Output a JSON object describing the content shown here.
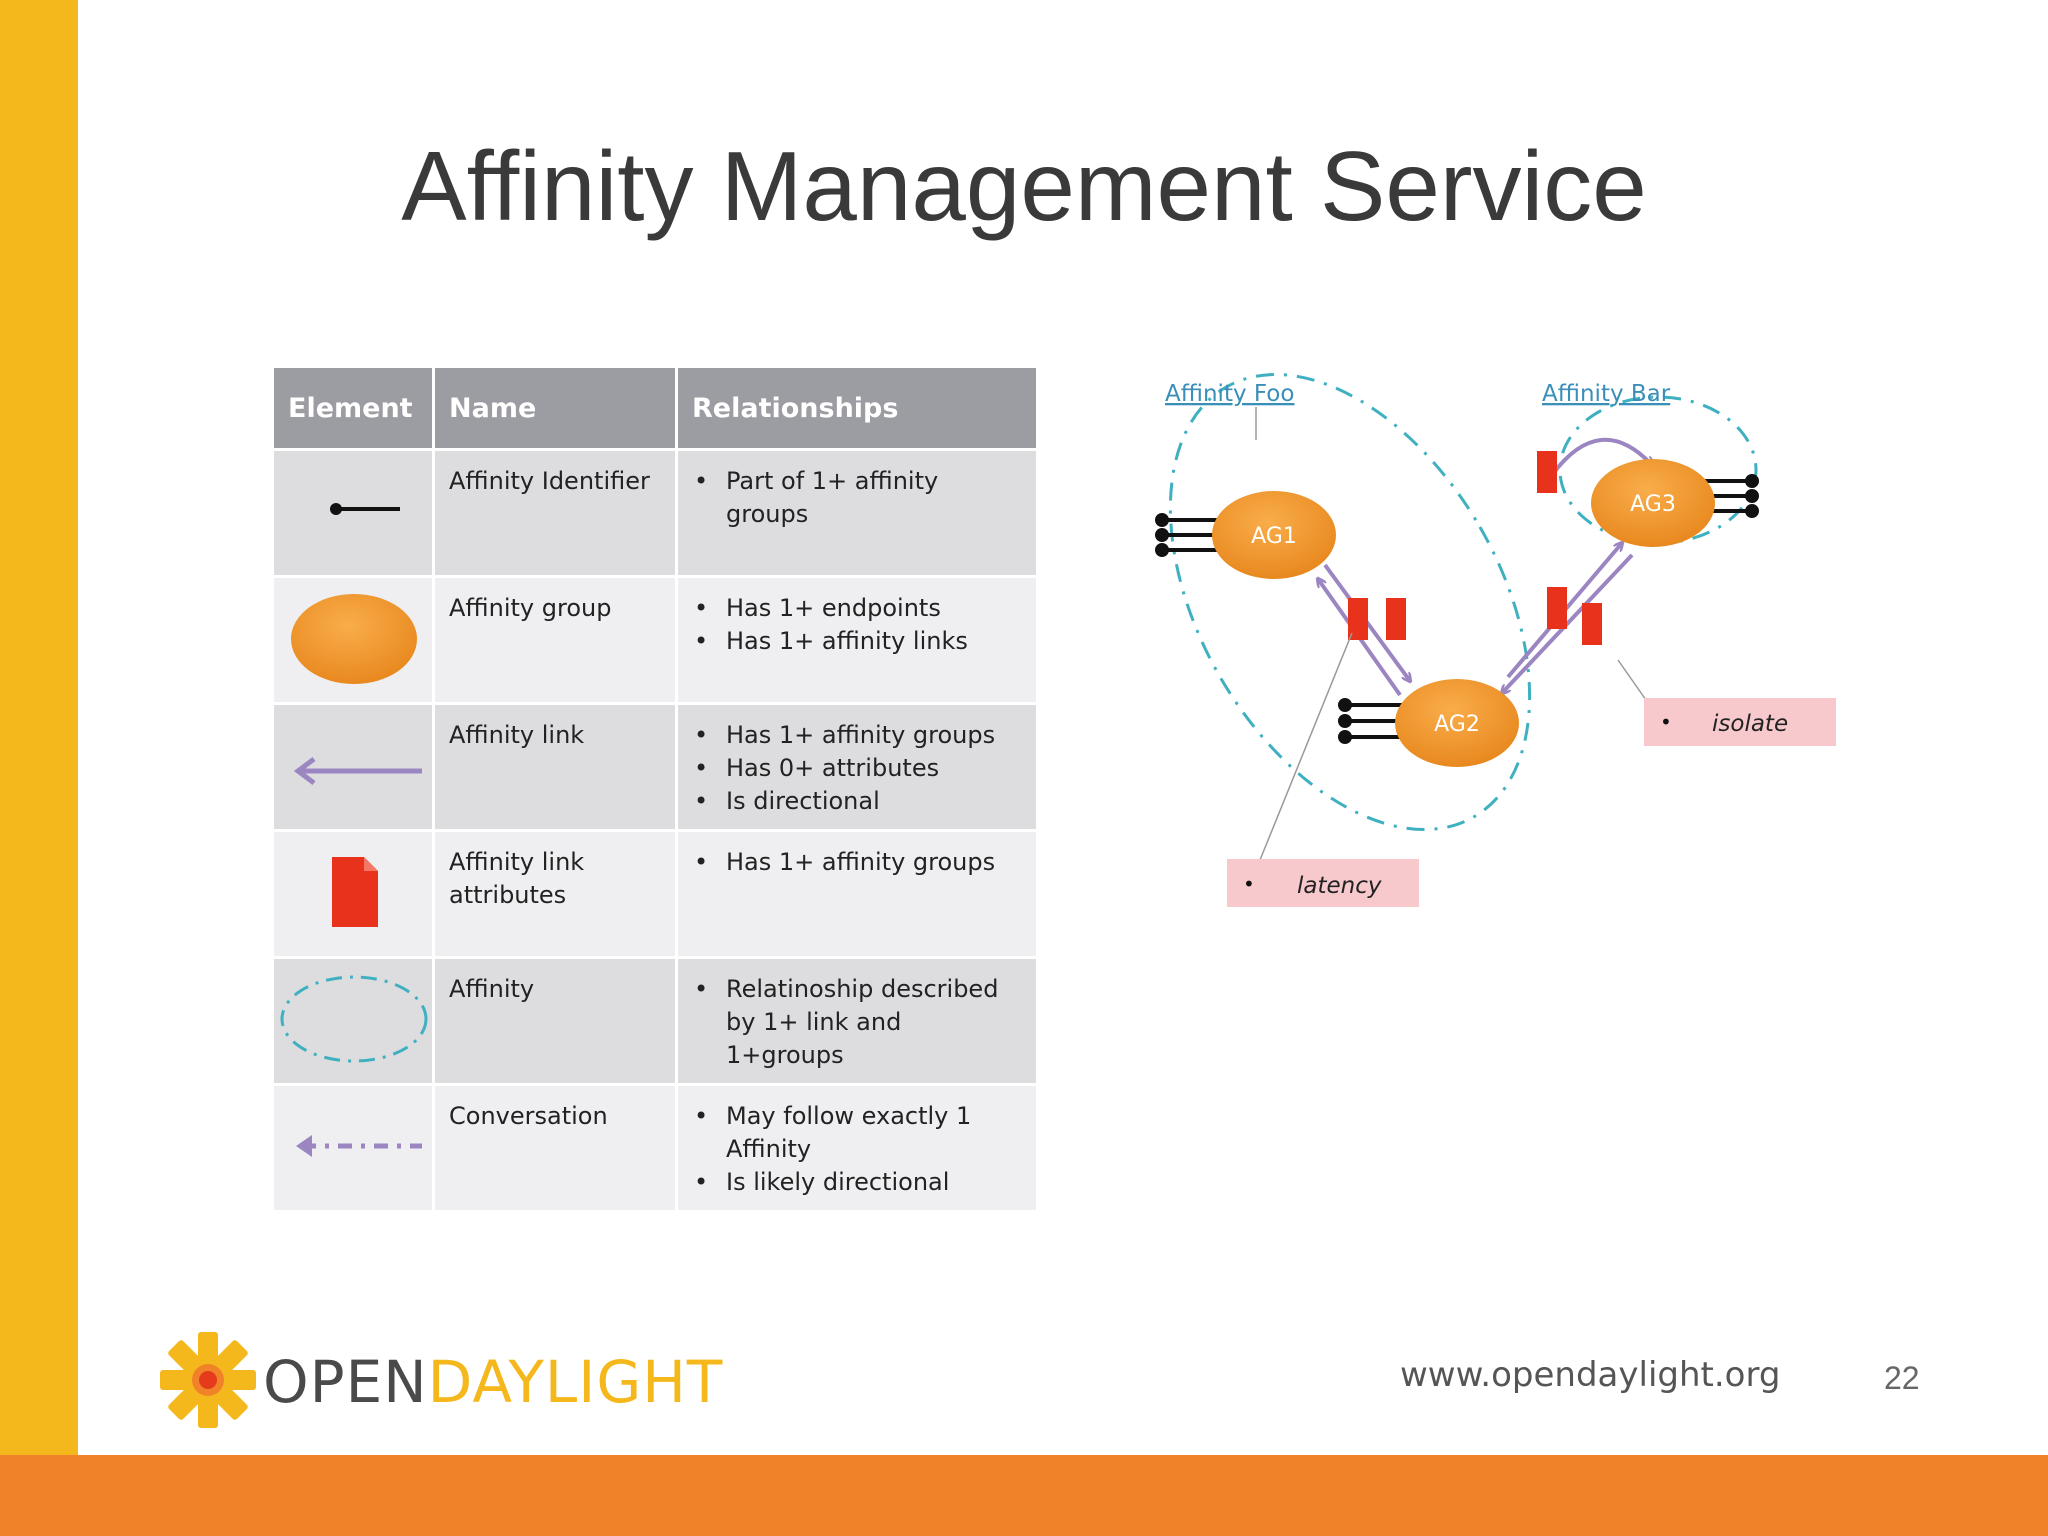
{
  "title": "Affinity Management Service",
  "table": {
    "headers": [
      "Element",
      "Name",
      "Relationships"
    ],
    "rows": [
      {
        "symbol": "affinity-identifier-icon",
        "name": "Affinity Identifier",
        "relationships": [
          "Part of 1+ affinity groups"
        ]
      },
      {
        "symbol": "affinity-group-icon",
        "name": "Affinity group",
        "relationships": [
          "Has 1+ endpoints",
          "Has 1+ affinity links"
        ]
      },
      {
        "symbol": "affinity-link-icon",
        "name": "Affinity link",
        "relationships": [
          "Has 1+ affinity groups",
          "Has 0+ attributes",
          "Is directional"
        ]
      },
      {
        "symbol": "link-attribute-icon",
        "name": "Affinity link attributes",
        "relationships": [
          "Has 1+ affinity groups"
        ]
      },
      {
        "symbol": "affinity-ellipse-icon",
        "name": "Affinity",
        "relationships": [
          "Relatinoship described by 1+ link and 1+groups"
        ]
      },
      {
        "symbol": "conversation-arrow-icon",
        "name": "Conversation",
        "relationships": [
          "May follow exactly 1 Affinity",
          "Is likely directional"
        ]
      }
    ]
  },
  "diagram": {
    "affinity_foo_label": "Affinity Foo",
    "affinity_bar_label": "Affinity Bar",
    "groups": [
      "AG1",
      "AG2",
      "AG3"
    ],
    "latency_label": "latency",
    "isolate_label": "isolate",
    "bullet": "•"
  },
  "footer": {
    "logo_open": "OPEN",
    "logo_daylight": "DAYLIGHT",
    "url": "www.opendaylight.org",
    "page_number": "22"
  },
  "colors": {
    "left_bar": "#f5b81c",
    "bottom_bar": "#f0832a",
    "group_orange": "#f0952a",
    "link_purple": "#9b86c2",
    "attribute_red": "#e8321c",
    "affinity_teal": "#3fb0c0",
    "label_pink": "#f7c9cc"
  }
}
